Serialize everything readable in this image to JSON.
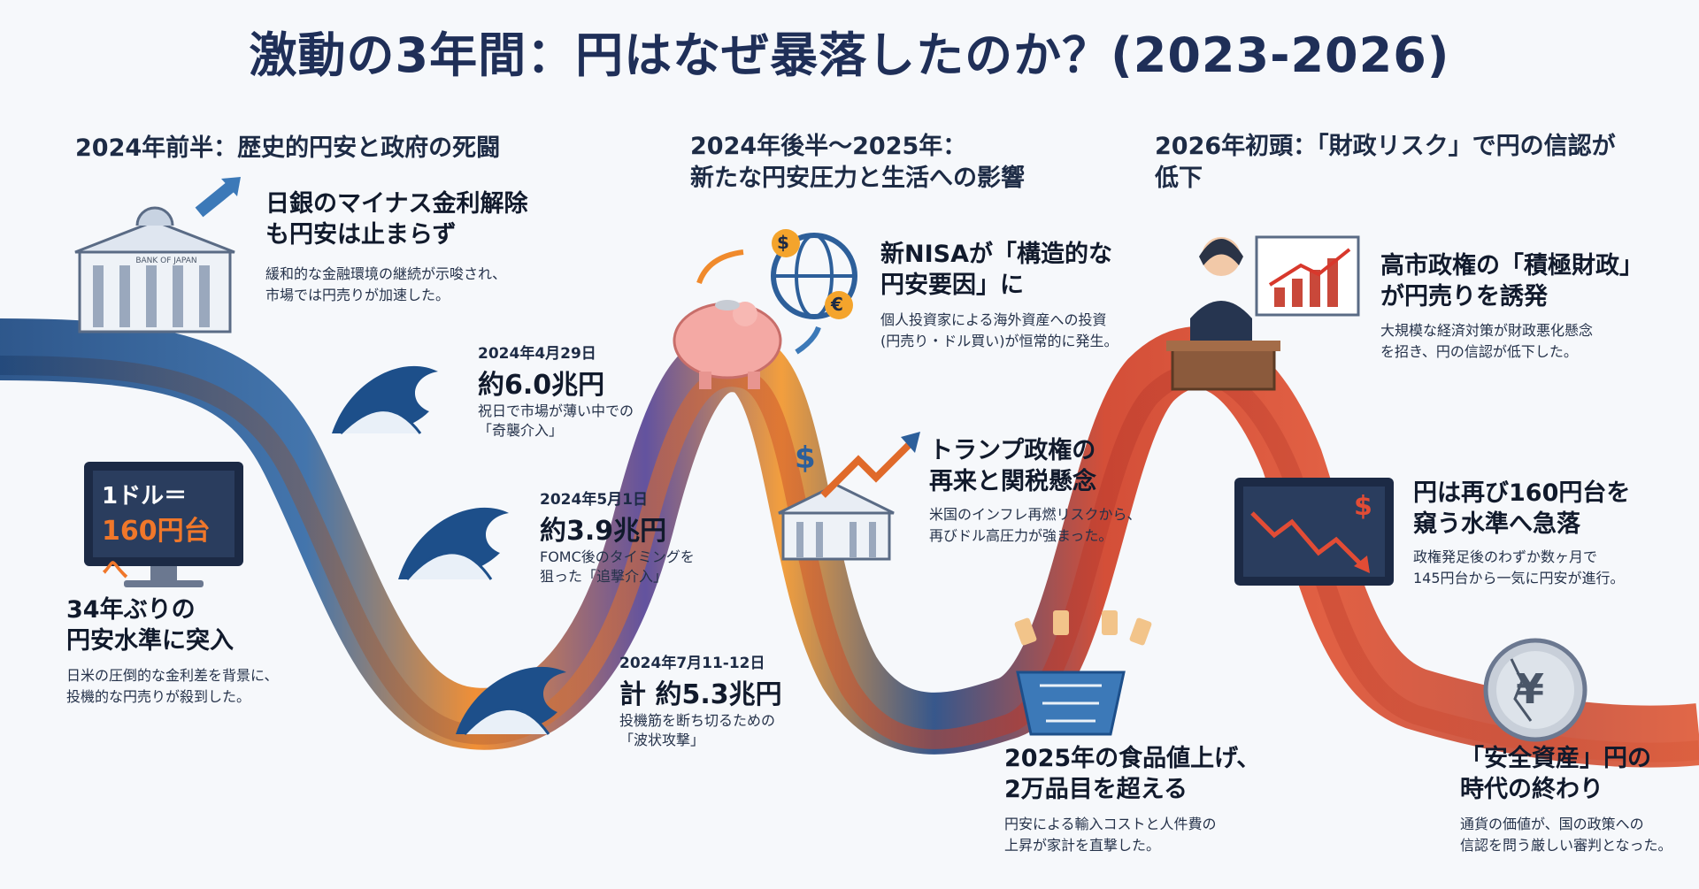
{
  "title": "激動の3年間：円はなぜ暴落したのか？(2023-2026)",
  "sections": [
    {
      "heading": "2024年前半：歴史的円安と政府の死闘"
    },
    {
      "heading": "2024年後半〜2025年：\n新たな円安圧力と生活への影響"
    },
    {
      "heading": "2026年初頭：「財政リスク」で円の信認が\n低下"
    }
  ],
  "events": {
    "boj": {
      "heading": "日銀のマイナス金利解除\nも円安は止まらず",
      "desc": "緩和的な金融環境の継続が示唆され、\n市場では円売りが加速した。",
      "building_sign": "BANK OF JAPAN"
    },
    "monitor": {
      "line1": "1ドル＝",
      "line2": "160円台へ"
    },
    "yen34": {
      "heading": "34年ぶりの\n円安水準に突入",
      "desc": "日米の圧倒的な金利差を背景に、\n投機的な円売りが殺到した。"
    },
    "nisa": {
      "heading": "新NISAが「構造的な\n円安要因」に",
      "desc": "個人投資家による海外資産への投資\n(円売り・ドル買い)が恒常的に発生。"
    },
    "trump": {
      "heading": "トランプ政権の\n再来と関税懸念",
      "desc": "米国のインフレ再燃リスクから、\n再びドル高圧力が強まった。"
    },
    "food": {
      "heading": "2025年の食品値上げ、\n2万品目を超える",
      "desc": "円安による輸入コストと人件費の\n上昇が家計を直撃した。"
    },
    "takaichi": {
      "heading": "高市政権の「積極財政」\nが円売りを誘発",
      "desc": "大規模な経済対策が財政悪化懸念\nを招き、円の信認が低下した。"
    },
    "yen160": {
      "heading": "円は再び160円台を\n窺う水準へ急落",
      "desc": "政権発足後のわずか数ヶ月で\n145円台から一気に円安が進行。"
    },
    "safe": {
      "heading": "「安全資産」円の\n時代の終わり",
      "desc": "通貨の価値が、国の政策への\n信認を問う厳しい審判となった。"
    }
  },
  "interventions": [
    {
      "date": "2024年4月29日",
      "amount": "約6.0兆円",
      "note": "祝日で市場が薄い中での\n「奇襲介入」"
    },
    {
      "date": "2024年5月1日",
      "amount": "約3.9兆円",
      "note": "FOMC後のタイミングを\n狙った「追撃介入」"
    },
    {
      "date": "2024年7月11-12日",
      "amount": "計 約5.3兆円",
      "note": "投機筋を断ち切るための\n「波状攻撃」"
    }
  ],
  "colors": {
    "ribbon_blue": "#2d5f9a",
    "ribbon_orange": "#f08a2c",
    "ribbon_red": "#d2462e",
    "ribbon_purple": "#5b4a9a",
    "monitor_text": "#f0772a",
    "title": "#1f2f58"
  }
}
